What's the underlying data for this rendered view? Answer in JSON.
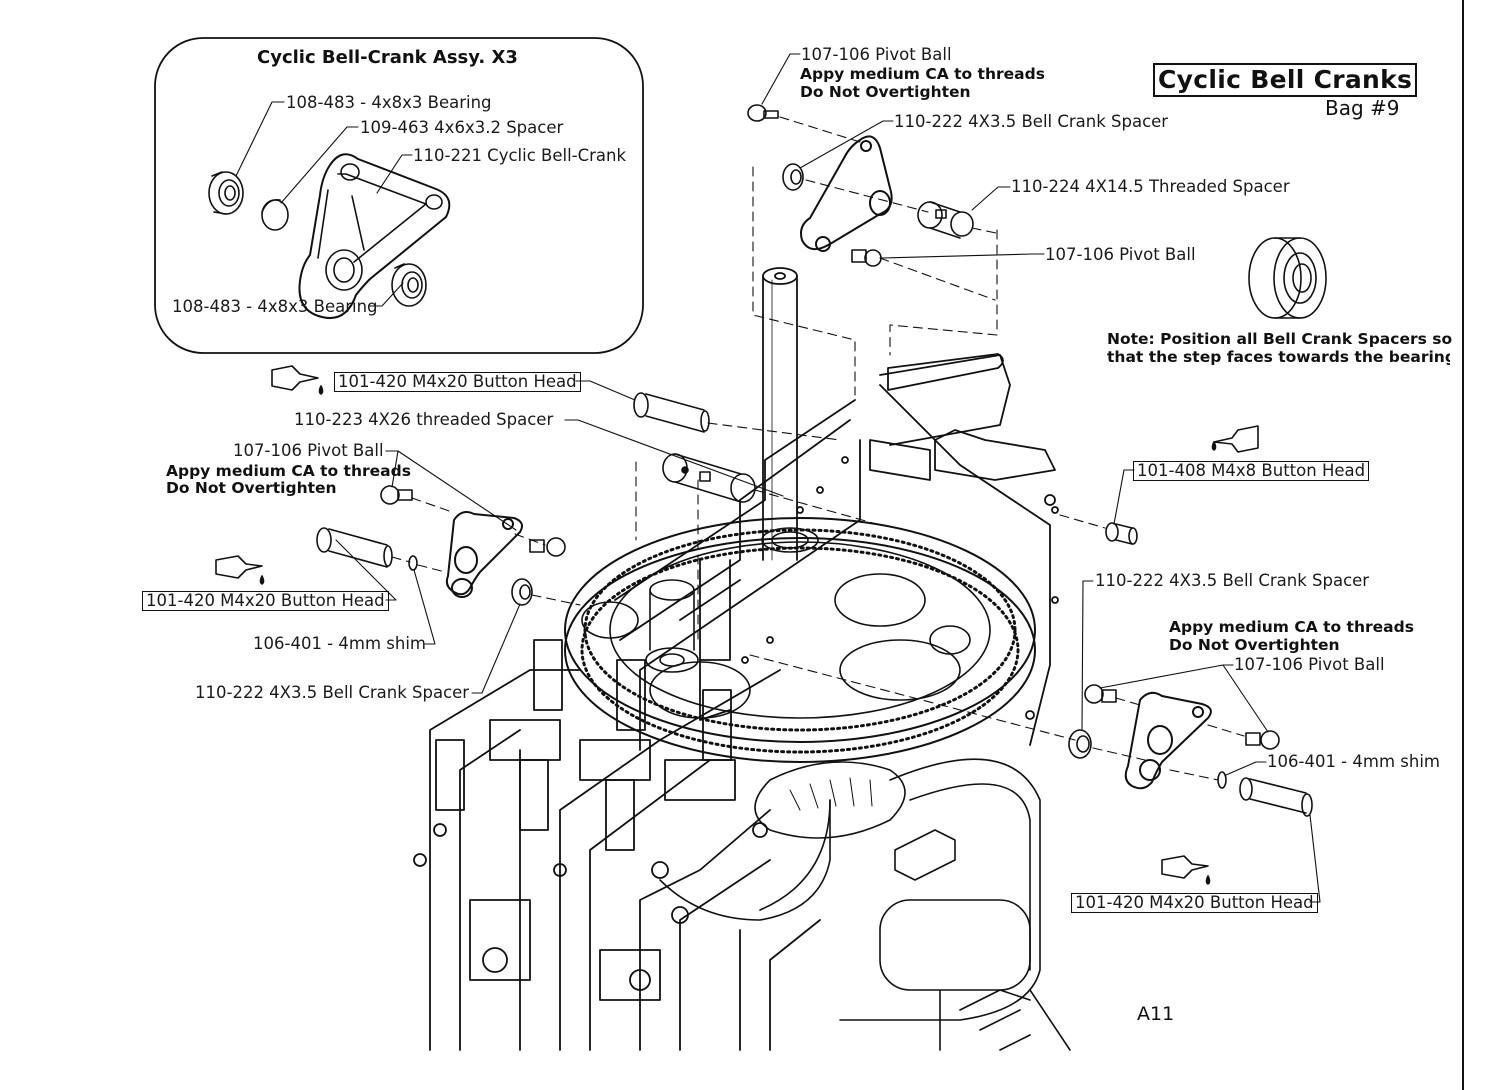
{
  "title": "Cyclic Bell Cranks",
  "bag": "Bag #9",
  "page_number": "A11",
  "inset": {
    "title": "Cyclic Bell-Crank Assy. X3",
    "labels": [
      "108-483 - 4x8x3 Bearing",
      "109-463 4x6x3.2 Spacer",
      "110-221 Cyclic Bell-Crank",
      "108-483 - 4x8x3 Bearing"
    ]
  },
  "note": {
    "line1": "Note: Position all Bell Crank Spacers so",
    "line2": "that the step faces towards the bearings"
  },
  "callouts": {
    "top_pivot_ball": "107-106  Pivot Ball",
    "top_ca_line1": "Appy medium CA to threads",
    "top_ca_line2": "Do Not Overtighten",
    "top_spacer": "110-222 4X3.5 Bell Crank Spacer",
    "threaded_spacer_14": "110-224 4X14.5 Threaded Spacer",
    "top_pivot_ball_2": "107-106  Pivot Ball",
    "button_head_left_top": "101-420 M4x20 Button Head",
    "threaded_spacer_26": "110-223 4X26 threaded Spacer",
    "left_pivot_ball": "107-106  Pivot Ball",
    "left_ca_line1": "Appy medium CA to threads",
    "left_ca_line2": "Do Not Overtighten",
    "button_head_left_bottom": "101-420 M4x20 Button Head",
    "left_shim": "106-401 - 4mm shim",
    "left_spacer": "110-222 4X3.5 Bell Crank Spacer",
    "button_head_m4x8": "101-408 M4x8 Button Head",
    "right_spacer": "110-222 4X3.5 Bell Crank Spacer",
    "right_ca_line1": "Appy medium CA to threads",
    "right_ca_line2": "Do Not Overtighten",
    "right_pivot_ball": "107-106  Pivot Ball",
    "right_shim": "106-401 - 4mm shim",
    "button_head_right": "101-420 M4x20 Button Head"
  }
}
